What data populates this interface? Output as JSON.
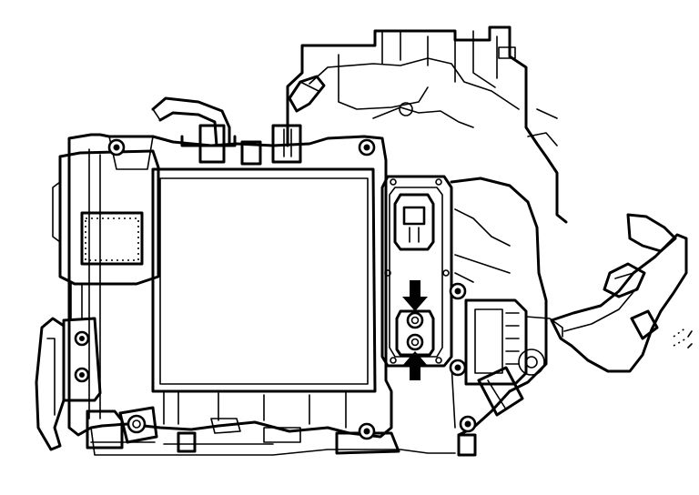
{
  "figure": {
    "kind": "line-art",
    "palette": {
      "ink": "#000000",
      "paper": "#ffffff"
    },
    "callouts": [
      {
        "id": "upper-arrow",
        "direction": "down"
      },
      {
        "id": "lower-arrow",
        "direction": "up"
      }
    ]
  }
}
